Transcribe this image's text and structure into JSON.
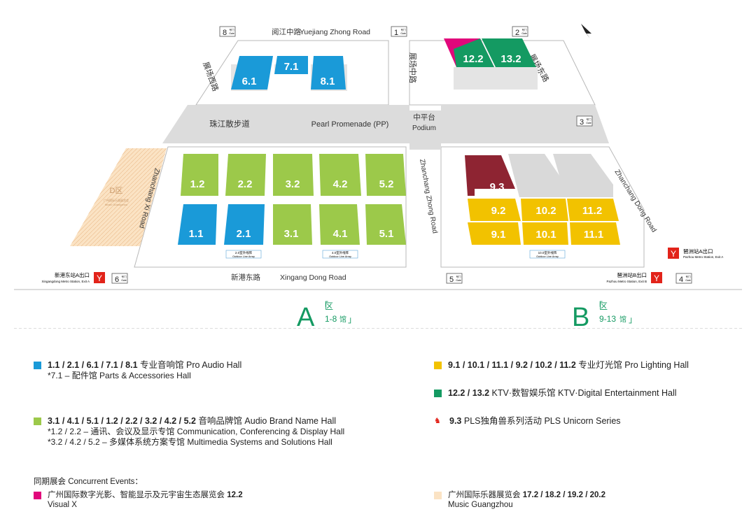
{
  "roads": {
    "yuejiang_cn": "阅江中路",
    "yuejiang_en": "Yuejiang Zhong Road",
    "zhanchang_xi": "展场西路",
    "zhanchang_zhong_cn": "展场中路",
    "zhanchang_dong_cn": "展场东路",
    "zhanchang_xi_en": "Zhanchang Xi Road",
    "zhanchang_zhong_en": "Zhanchang Zhong Road",
    "zhanchang_dong_en": "Zhanchang Dong Road",
    "xingang_cn": "新港东路",
    "xingang_en": "Xingang Dong Road"
  },
  "promenade": {
    "cn": "珠江散步道",
    "en": "Pearl Promenade (PP)",
    "podium_cn": "中平台",
    "podium_en": "Podium"
  },
  "gates": {
    "g1": "1",
    "g2": "2",
    "g3": "3",
    "g4": "4",
    "g5": "5",
    "g6": "6",
    "g8": "8",
    "sub_cn": "号门",
    "sub_en": "Gate"
  },
  "halls": {
    "h6_1": "6.1",
    "h7_1": "7.1",
    "h8_1": "8.1",
    "h12_2": "12.2",
    "h13_2": "13.2",
    "h1_2": "1.2",
    "h2_2": "2.2",
    "h3_2": "3.2",
    "h4_2": "4.2",
    "h5_2": "5.2",
    "h1_1": "1.1",
    "h2_1": "2.1",
    "h3_1": "3.1",
    "h4_1": "4.1",
    "h5_1": "5.1",
    "h9_3": "9.3",
    "h9_2": "9.2",
    "h10_2": "10.2",
    "h11_2": "11.2",
    "h9_1": "9.1",
    "h10_1": "10.1",
    "h11_1": "11.1"
  },
  "outdoor": {
    "o2_cn": "2.0室外线阵",
    "o4_cn": "4.0室外线阵",
    "o10_cn": "10.0室外线阵",
    "en": "Outdoor Line Array"
  },
  "dzone": {
    "title": "D区",
    "sub_cn": "广州国际乐器展览会",
    "sub_en": "Music Guangzhou"
  },
  "metro": {
    "xingang_cn": "新港东站A出口",
    "xingang_en": "Xingangdong Metro Station, Exit A",
    "pazhou_b_cn": "琶洲站B出口",
    "pazhou_b_en": "Pazhou Metro Station, Exit B",
    "pazhou_a_cn": "琶洲站A出口",
    "pazhou_a_en": "Pazhou Metro Station, Exit A"
  },
  "zones": {
    "a_letter": "A",
    "a_zone": "区",
    "a_range": "1-8",
    "a_guan": "馆",
    "b_letter": "B",
    "b_zone": "区",
    "b_range": "9-13",
    "b_guan": "馆"
  },
  "legend": {
    "pro_audio": "1.1 / 2.1 / 6.1 / 7.1 / 8.1",
    "pro_audio_name": " 专业音响馆 Pro Audio Hall",
    "pro_audio_sub": "*7.1 – 配件馆 Parts & Accessories Hall",
    "brand": "3.1 / 4.1 / 5.1 / 1.2 / 2.2 / 3.2 / 4.2 / 5.2",
    "brand_name": " 音响品牌馆 Audio Brand Name Hall",
    "brand_sub1": "*1.2 / 2.2 – 通讯、会议及显示专馆 Communication, Conferencing & Display Hall",
    "brand_sub2": "*3.2 / 4.2 / 5.2 – 多媒体系统方案专馆 Multimedia Systems and Solutions Hall",
    "lighting": "9.1 / 10.1 / 11.1 / 9.2 / 10.2 / 11.2",
    "lighting_name": " 专业灯光馆 Pro Lighting Hall",
    "ktv": "12.2 / 13.2",
    "ktv_name": " KTV·数智娱乐馆 KTV·Digital Entertainment Hall",
    "unicorn": "9.3",
    "unicorn_name": " PLS独角兽系列活动 PLS Unicorn Series",
    "concurrent_title": "同期展会 Concurrent Events：",
    "visualx_cn": "广州国际数字光影、智能显示及元宇宙生态展览会 ",
    "visualx_num": "12.2",
    "visualx_en": "Visual X",
    "music_cn": "广州国际乐器展览会 ",
    "music_num": "17.2 / 18.2 / 19.2 / 20.2",
    "music_en": "Music Guangzhou"
  },
  "colors": {
    "blue": "#1a9ad8",
    "green": "#9cc94a",
    "yellow": "#f2c200",
    "teal": "#149a62",
    "magenta": "#e1077b",
    "maroon": "#8e2432",
    "grey": "#d9d9d9",
    "beige": "#fbe3c4",
    "red": "#e2231a"
  }
}
